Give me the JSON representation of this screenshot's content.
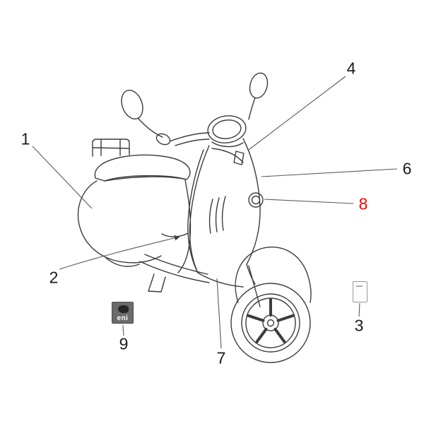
{
  "diagram": {
    "callouts": [
      {
        "id": "1",
        "label": "1",
        "color": "#1a1a1a"
      },
      {
        "id": "2",
        "label": "2",
        "color": "#1a1a1a"
      },
      {
        "id": "3",
        "label": "3",
        "color": "#1a1a1a"
      },
      {
        "id": "4",
        "label": "4",
        "color": "#1a1a1a"
      },
      {
        "id": "6",
        "label": "6",
        "color": "#1a1a1a"
      },
      {
        "id": "7",
        "label": "7",
        "color": "#1a1a1a"
      },
      {
        "id": "8",
        "label": "8",
        "color": "#ff0000"
      },
      {
        "id": "9",
        "label": "9",
        "color": "#1a1a1a"
      }
    ],
    "badge": {
      "label": "eni"
    },
    "colors": {
      "line": "#3c3c3c",
      "leader": "#5a5a5a",
      "highlight": "#ff0000"
    }
  }
}
